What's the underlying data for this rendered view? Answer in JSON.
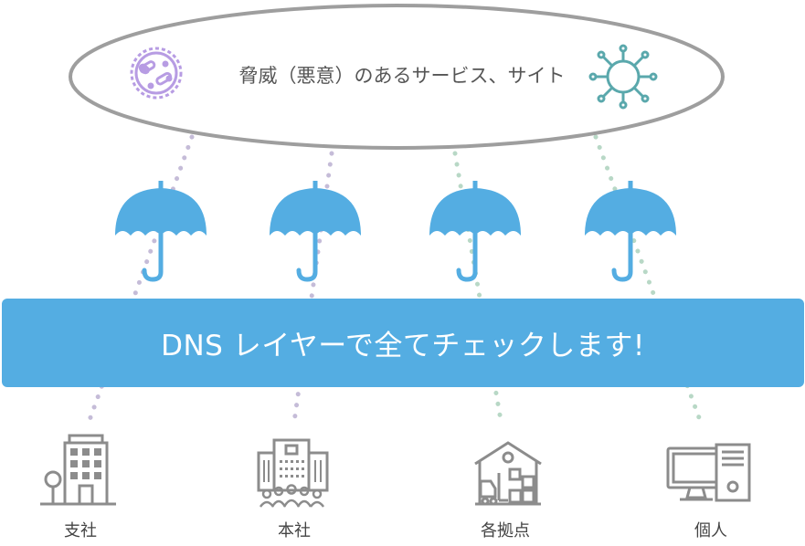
{
  "threat": {
    "label": "脅威（悪意）のあるサービス、サイト",
    "icons": [
      "bacteria-icon",
      "virus-icon"
    ]
  },
  "umbrellas": [
    {
      "icon": "umbrella-icon"
    },
    {
      "icon": "umbrella-icon"
    },
    {
      "icon": "umbrella-icon"
    },
    {
      "icon": "umbrella-icon"
    }
  ],
  "banner": {
    "text": "DNS レイヤーで全てチェックします!"
  },
  "sites": [
    {
      "label": "支社",
      "icon": "office-building-icon"
    },
    {
      "label": "本社",
      "icon": "headquarters-building-icon"
    },
    {
      "label": "各拠点",
      "icon": "warehouse-icon"
    },
    {
      "label": "個人",
      "icon": "desktop-computer-icon"
    }
  ],
  "colors": {
    "banner": "#54ade2",
    "umbrella": "#54ade2",
    "bacteria": "#b79ce3",
    "virus": "#5aa8ac",
    "dots_purple": "#c5bcd8",
    "dots_green": "#b8d8c6",
    "ellipse_stroke": "#9e9e9e",
    "building": "#8c8c8c"
  }
}
